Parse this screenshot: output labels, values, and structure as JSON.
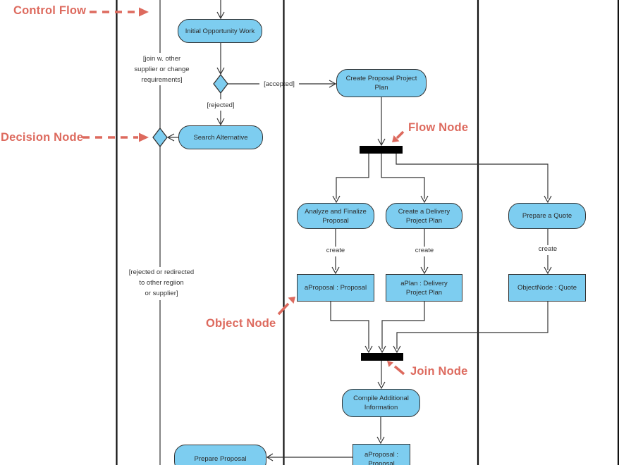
{
  "colors": {
    "node_fill": "#7dcdf0",
    "node_border": "#333333",
    "edge": "#333333",
    "lane_border": "#111111",
    "bar_fill": "#000000",
    "annotation": "#dd6a5e",
    "text": "#2b2b2b"
  },
  "annotations": {
    "control_flow": "Control Flow",
    "decision_node": "Decision Node",
    "flow_node": "Flow Node",
    "object_node": "Object Node",
    "join_node": "Join Node"
  },
  "activities": {
    "initial_opportunity_work": "Initial Opportunity Work",
    "search_alternative": "Search Alternative",
    "create_proposal_project_plan": "Create Proposal Project Plan",
    "analyze_and_finalize_proposal": "Analyze and Finalize Proposal",
    "create_a_delivery_project_plan": "Create a Delivery Project Plan",
    "prepare_a_quote": "Prepare a Quote",
    "compile_additional_information": "Compile Additional Information",
    "prepare_proposal": "Prepare Proposal"
  },
  "object_nodes": {
    "a_proposal": "aProposal : Proposal",
    "a_plan": "aPlan : Delivery Project Plan",
    "quote": "ObjectNode : Quote",
    "a_proposal_result": "aProposal : Proposal"
  },
  "guards": {
    "join_with_other": {
      "lines": [
        "[join w. other",
        "supplier or change",
        "requirements]"
      ]
    },
    "accepted": "[accepted]",
    "rejected": "[rejected]",
    "rejected_or_redirected": {
      "lines": [
        "[rejected or redirected",
        "to other regiion",
        "or supplier]"
      ]
    }
  },
  "edge_labels": {
    "create": "create"
  }
}
